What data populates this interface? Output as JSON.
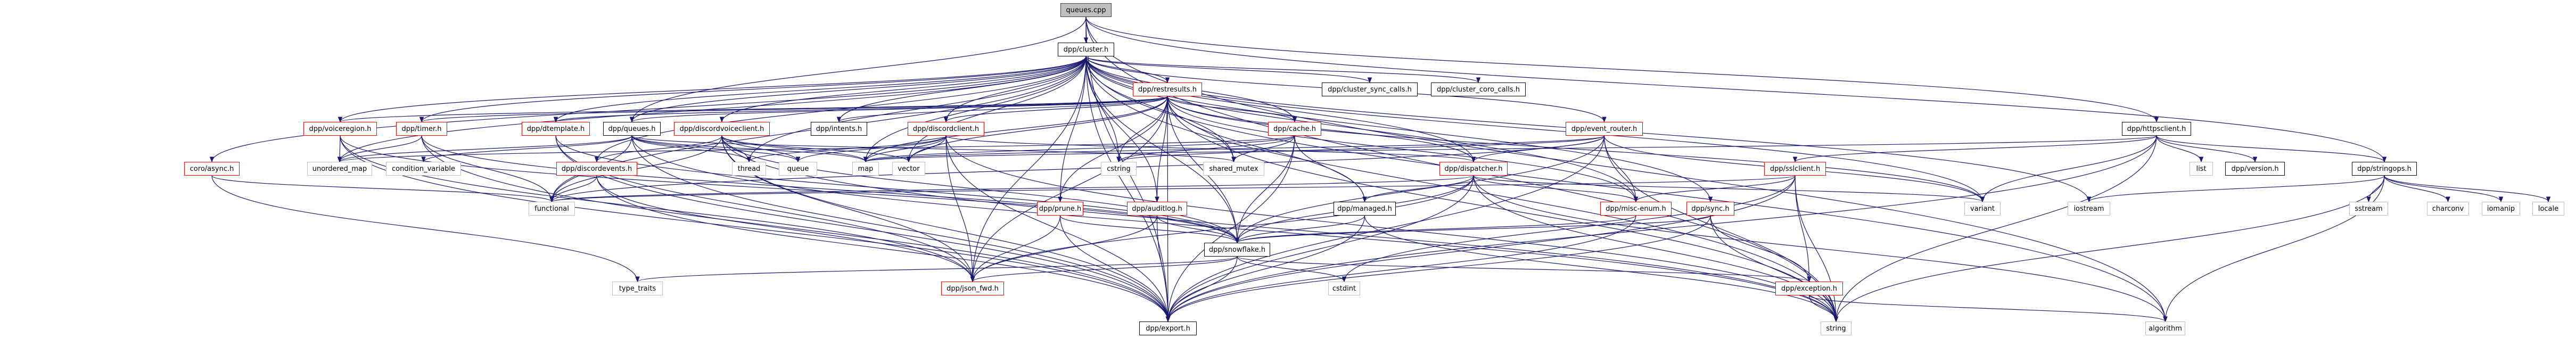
{
  "title": "queues.cpp include dependency graph",
  "colors": {
    "edge": "#191970",
    "root_fill": "#bfbfbf",
    "root_border": "#404040",
    "doc_border": "#000000",
    "incomplete_border": "#ff0000",
    "external_border": "#bfbfbf"
  },
  "nodes": [
    {
      "id": "queues_cpp",
      "label": "queues.cpp",
      "kind": "root"
    },
    {
      "id": "cluster",
      "label": "dpp/cluster.h",
      "kind": "doc"
    },
    {
      "id": "restresults",
      "label": "dpp/restresults.h",
      "kind": "incomplete"
    },
    {
      "id": "cluster_sync_calls",
      "label": "dpp/cluster_sync_calls.h",
      "kind": "doc"
    },
    {
      "id": "cluster_coro_calls",
      "label": "dpp/cluster_coro_calls.h",
      "kind": "doc"
    },
    {
      "id": "voiceregion",
      "label": "dpp/voiceregion.h",
      "kind": "incomplete"
    },
    {
      "id": "timer",
      "label": "dpp/timer.h",
      "kind": "incomplete"
    },
    {
      "id": "dtemplate",
      "label": "dpp/dtemplate.h",
      "kind": "incomplete"
    },
    {
      "id": "queues_h",
      "label": "dpp/queues.h",
      "kind": "doc"
    },
    {
      "id": "discordvoiceclient",
      "label": "dpp/discordvoiceclient.h",
      "kind": "incomplete"
    },
    {
      "id": "intents",
      "label": "dpp/intents.h",
      "kind": "doc"
    },
    {
      "id": "discordclient",
      "label": "dpp/discordclient.h",
      "kind": "incomplete"
    },
    {
      "id": "cache",
      "label": "dpp/cache.h",
      "kind": "incomplete"
    },
    {
      "id": "event_router",
      "label": "dpp/event_router.h",
      "kind": "incomplete"
    },
    {
      "id": "httpsclient",
      "label": "dpp/httpsclient.h",
      "kind": "doc"
    },
    {
      "id": "coro_async",
      "label": "coro/async.h",
      "kind": "incomplete"
    },
    {
      "id": "unordered_map",
      "label": "unordered_map",
      "kind": "external"
    },
    {
      "id": "condition_variable",
      "label": "condition_variable",
      "kind": "external"
    },
    {
      "id": "discordevents",
      "label": "dpp/discordevents.h",
      "kind": "incomplete"
    },
    {
      "id": "thread",
      "label": "thread",
      "kind": "external"
    },
    {
      "id": "queue",
      "label": "queue",
      "kind": "external"
    },
    {
      "id": "map",
      "label": "map",
      "kind": "external"
    },
    {
      "id": "vector",
      "label": "vector",
      "kind": "external"
    },
    {
      "id": "cstring",
      "label": "cstring",
      "kind": "external"
    },
    {
      "id": "shared_mutex",
      "label": "shared_mutex",
      "kind": "external"
    },
    {
      "id": "dispatcher",
      "label": "dpp/dispatcher.h",
      "kind": "incomplete"
    },
    {
      "id": "sslclient",
      "label": "dpp/sslclient.h",
      "kind": "incomplete"
    },
    {
      "id": "list",
      "label": "list",
      "kind": "external"
    },
    {
      "id": "version",
      "label": "dpp/version.h",
      "kind": "doc"
    },
    {
      "id": "stringops",
      "label": "dpp/stringops.h",
      "kind": "doc"
    },
    {
      "id": "functional",
      "label": "functional",
      "kind": "external"
    },
    {
      "id": "prune",
      "label": "dpp/prune.h",
      "kind": "incomplete"
    },
    {
      "id": "auditlog",
      "label": "dpp/auditlog.h",
      "kind": "incomplete"
    },
    {
      "id": "managed",
      "label": "dpp/managed.h",
      "kind": "doc"
    },
    {
      "id": "misc_enum",
      "label": "dpp/misc-enum.h",
      "kind": "incomplete"
    },
    {
      "id": "sync",
      "label": "dpp/sync.h",
      "kind": "incomplete"
    },
    {
      "id": "variant",
      "label": "variant",
      "kind": "external"
    },
    {
      "id": "iostream",
      "label": "iostream",
      "kind": "external"
    },
    {
      "id": "sstream",
      "label": "sstream",
      "kind": "external"
    },
    {
      "id": "charconv",
      "label": "charconv",
      "kind": "external"
    },
    {
      "id": "iomanip",
      "label": "iomanip",
      "kind": "external"
    },
    {
      "id": "locale",
      "label": "locale",
      "kind": "external"
    },
    {
      "id": "snowflake",
      "label": "dpp/snowflake.h",
      "kind": "doc"
    },
    {
      "id": "type_traits",
      "label": "type_traits",
      "kind": "external"
    },
    {
      "id": "json_fwd",
      "label": "dpp/json_fwd.h",
      "kind": "incomplete"
    },
    {
      "id": "cstdint",
      "label": "cstdint",
      "kind": "external"
    },
    {
      "id": "exception",
      "label": "dpp/exception.h",
      "kind": "incomplete"
    },
    {
      "id": "export",
      "label": "dpp/export.h",
      "kind": "doc"
    },
    {
      "id": "string",
      "label": "string",
      "kind": "external"
    },
    {
      "id": "algorithm",
      "label": "algorithm",
      "kind": "external"
    }
  ],
  "edges": [
    [
      "queues_cpp",
      "cluster"
    ],
    [
      "queues_cpp",
      "queues_h"
    ],
    [
      "queues_cpp",
      "export"
    ],
    [
      "queues_cpp",
      "stringops"
    ],
    [
      "queues_cpp",
      "httpsclient"
    ],
    [
      "queues_cpp",
      "algorithm"
    ],
    [
      "queues_cpp",
      "string"
    ],
    [
      "cluster",
      "restresults"
    ],
    [
      "cluster",
      "cluster_sync_calls"
    ],
    [
      "cluster",
      "cluster_coro_calls"
    ],
    [
      "cluster",
      "voiceregion"
    ],
    [
      "cluster",
      "timer"
    ],
    [
      "cluster",
      "dtemplate"
    ],
    [
      "cluster",
      "queues_h"
    ],
    [
      "cluster",
      "discordvoiceclient"
    ],
    [
      "cluster",
      "intents"
    ],
    [
      "cluster",
      "discordclient"
    ],
    [
      "cluster",
      "cache"
    ],
    [
      "cluster",
      "event_router"
    ],
    [
      "cluster",
      "coro_async"
    ],
    [
      "cluster",
      "dispatcher"
    ],
    [
      "cluster",
      "discordevents"
    ],
    [
      "cluster",
      "prune"
    ],
    [
      "cluster",
      "auditlog"
    ],
    [
      "cluster",
      "misc_enum"
    ],
    [
      "cluster",
      "sync"
    ],
    [
      "cluster",
      "snowflake"
    ],
    [
      "cluster",
      "json_fwd"
    ],
    [
      "cluster",
      "export"
    ],
    [
      "cluster",
      "string"
    ],
    [
      "cluster",
      "map"
    ],
    [
      "cluster",
      "vector"
    ],
    [
      "cluster",
      "variant"
    ],
    [
      "cluster",
      "iostream"
    ],
    [
      "cluster",
      "shared_mutex"
    ],
    [
      "cluster",
      "cstring"
    ],
    [
      "cluster",
      "functional"
    ],
    [
      "cluster",
      "thread"
    ],
    [
      "cluster",
      "unordered_map"
    ],
    [
      "cluster",
      "algorithm"
    ],
    [
      "restresults",
      "voiceregion"
    ],
    [
      "restresults",
      "timer"
    ],
    [
      "restresults",
      "dtemplate"
    ],
    [
      "restresults",
      "queues_h"
    ],
    [
      "restresults",
      "discordclient"
    ],
    [
      "restresults",
      "cache"
    ],
    [
      "restresults",
      "dispatcher"
    ],
    [
      "restresults",
      "prune"
    ],
    [
      "restresults",
      "auditlog"
    ],
    [
      "restresults",
      "snowflake"
    ],
    [
      "restresults",
      "json_fwd"
    ],
    [
      "restresults",
      "export"
    ],
    [
      "restresults",
      "cstring"
    ],
    [
      "restresults",
      "shared_mutex"
    ],
    [
      "restresults",
      "map"
    ],
    [
      "restresults",
      "vector"
    ],
    [
      "restresults",
      "variant"
    ],
    [
      "restresults",
      "string"
    ],
    [
      "restresults",
      "misc_enum"
    ],
    [
      "restresults",
      "managed"
    ],
    [
      "restresults",
      "intents"
    ],
    [
      "voiceregion",
      "unordered_map"
    ],
    [
      "voiceregion",
      "export"
    ],
    [
      "voiceregion",
      "json_fwd"
    ],
    [
      "voiceregion",
      "snowflake"
    ],
    [
      "timer",
      "unordered_map"
    ],
    [
      "timer",
      "functional"
    ],
    [
      "timer",
      "export"
    ],
    [
      "timer",
      "snowflake"
    ],
    [
      "dtemplate",
      "json_fwd"
    ],
    [
      "dtemplate",
      "export"
    ],
    [
      "dtemplate",
      "snowflake"
    ],
    [
      "queues_h",
      "unordered_map"
    ],
    [
      "queues_h",
      "condition_variable"
    ],
    [
      "queues_h",
      "thread"
    ],
    [
      "queues_h",
      "queue"
    ],
    [
      "queues_h",
      "map"
    ],
    [
      "queues_h",
      "functional"
    ],
    [
      "queues_h",
      "export"
    ],
    [
      "queues_h",
      "shared_mutex"
    ],
    [
      "queues_h",
      "string"
    ],
    [
      "discordvoiceclient",
      "discordevents"
    ],
    [
      "discordvoiceclient",
      "thread"
    ],
    [
      "discordvoiceclient",
      "queue"
    ],
    [
      "discordvoiceclient",
      "map"
    ],
    [
      "discordvoiceclient",
      "vector"
    ],
    [
      "discordvoiceclient",
      "functional"
    ],
    [
      "discordvoiceclient",
      "export"
    ],
    [
      "discordvoiceclient",
      "json_fwd"
    ],
    [
      "discordvoiceclient",
      "snowflake"
    ],
    [
      "discordvoiceclient",
      "string"
    ],
    [
      "discordclient",
      "thread"
    ],
    [
      "discordclient",
      "queue"
    ],
    [
      "discordclient",
      "map"
    ],
    [
      "discordclient",
      "vector"
    ],
    [
      "discordclient",
      "export"
    ],
    [
      "discordclient",
      "json_fwd"
    ],
    [
      "discordclient",
      "string"
    ],
    [
      "discordclient",
      "dispatcher"
    ],
    [
      "cache",
      "managed"
    ],
    [
      "cache",
      "map"
    ],
    [
      "cache",
      "shared_mutex"
    ],
    [
      "cache",
      "cstring"
    ],
    [
      "cache",
      "export"
    ],
    [
      "cache",
      "snowflake"
    ],
    [
      "cache",
      "unordered_map"
    ],
    [
      "event_router",
      "dispatcher"
    ],
    [
      "event_router",
      "misc_enum"
    ],
    [
      "event_router",
      "export"
    ],
    [
      "event_router",
      "snowflake"
    ],
    [
      "event_router",
      "functional"
    ],
    [
      "event_router",
      "variant"
    ],
    [
      "event_router",
      "string"
    ],
    [
      "event_router",
      "map"
    ],
    [
      "event_router",
      "cstring"
    ],
    [
      "httpsclient",
      "sslclient"
    ],
    [
      "httpsclient",
      "list"
    ],
    [
      "httpsclient",
      "version"
    ],
    [
      "httpsclient",
      "stringops"
    ],
    [
      "httpsclient",
      "variant"
    ],
    [
      "httpsclient",
      "export"
    ],
    [
      "httpsclient",
      "string"
    ],
    [
      "httpsclient",
      "map"
    ],
    [
      "coro_async",
      "functional"
    ],
    [
      "coro_async",
      "type_traits"
    ],
    [
      "discordevents",
      "functional"
    ],
    [
      "discordevents",
      "export"
    ],
    [
      "discordevents",
      "json_fwd"
    ],
    [
      "dispatcher",
      "misc_enum"
    ],
    [
      "dispatcher",
      "managed"
    ],
    [
      "dispatcher",
      "snowflake"
    ],
    [
      "dispatcher",
      "export"
    ],
    [
      "dispatcher",
      "json_fwd"
    ],
    [
      "dispatcher",
      "functional"
    ],
    [
      "dispatcher",
      "variant"
    ],
    [
      "dispatcher",
      "string"
    ],
    [
      "dispatcher",
      "algorithm"
    ],
    [
      "sslclient",
      "misc_enum"
    ],
    [
      "sslclient",
      "exception"
    ],
    [
      "sslclient",
      "export"
    ],
    [
      "sslclient",
      "string"
    ],
    [
      "sslclient",
      "cstdint"
    ],
    [
      "sslclient",
      "functional"
    ],
    [
      "stringops",
      "sstream"
    ],
    [
      "stringops",
      "charconv"
    ],
    [
      "stringops",
      "iomanip"
    ],
    [
      "stringops",
      "locale"
    ],
    [
      "stringops",
      "iostream"
    ],
    [
      "stringops",
      "string"
    ],
    [
      "stringops",
      "algorithm"
    ],
    [
      "prune",
      "snowflake"
    ],
    [
      "prune",
      "json_fwd"
    ],
    [
      "prune",
      "export"
    ],
    [
      "auditlog",
      "snowflake"
    ],
    [
      "auditlog",
      "json_fwd"
    ],
    [
      "auditlog",
      "export"
    ],
    [
      "managed",
      "snowflake"
    ],
    [
      "managed",
      "export"
    ],
    [
      "managed",
      "string"
    ],
    [
      "misc_enum",
      "export"
    ],
    [
      "misc_enum",
      "snowflake"
    ],
    [
      "sync",
      "exception"
    ],
    [
      "sync",
      "export"
    ],
    [
      "sync",
      "snowflake"
    ],
    [
      "sync",
      "string"
    ],
    [
      "snowflake",
      "json_fwd"
    ],
    [
      "snowflake",
      "type_traits"
    ],
    [
      "snowflake",
      "cstdint"
    ],
    [
      "snowflake",
      "export"
    ],
    [
      "snowflake",
      "exception"
    ],
    [
      "exception",
      "string"
    ],
    [
      "exception",
      "algorithm"
    ]
  ]
}
